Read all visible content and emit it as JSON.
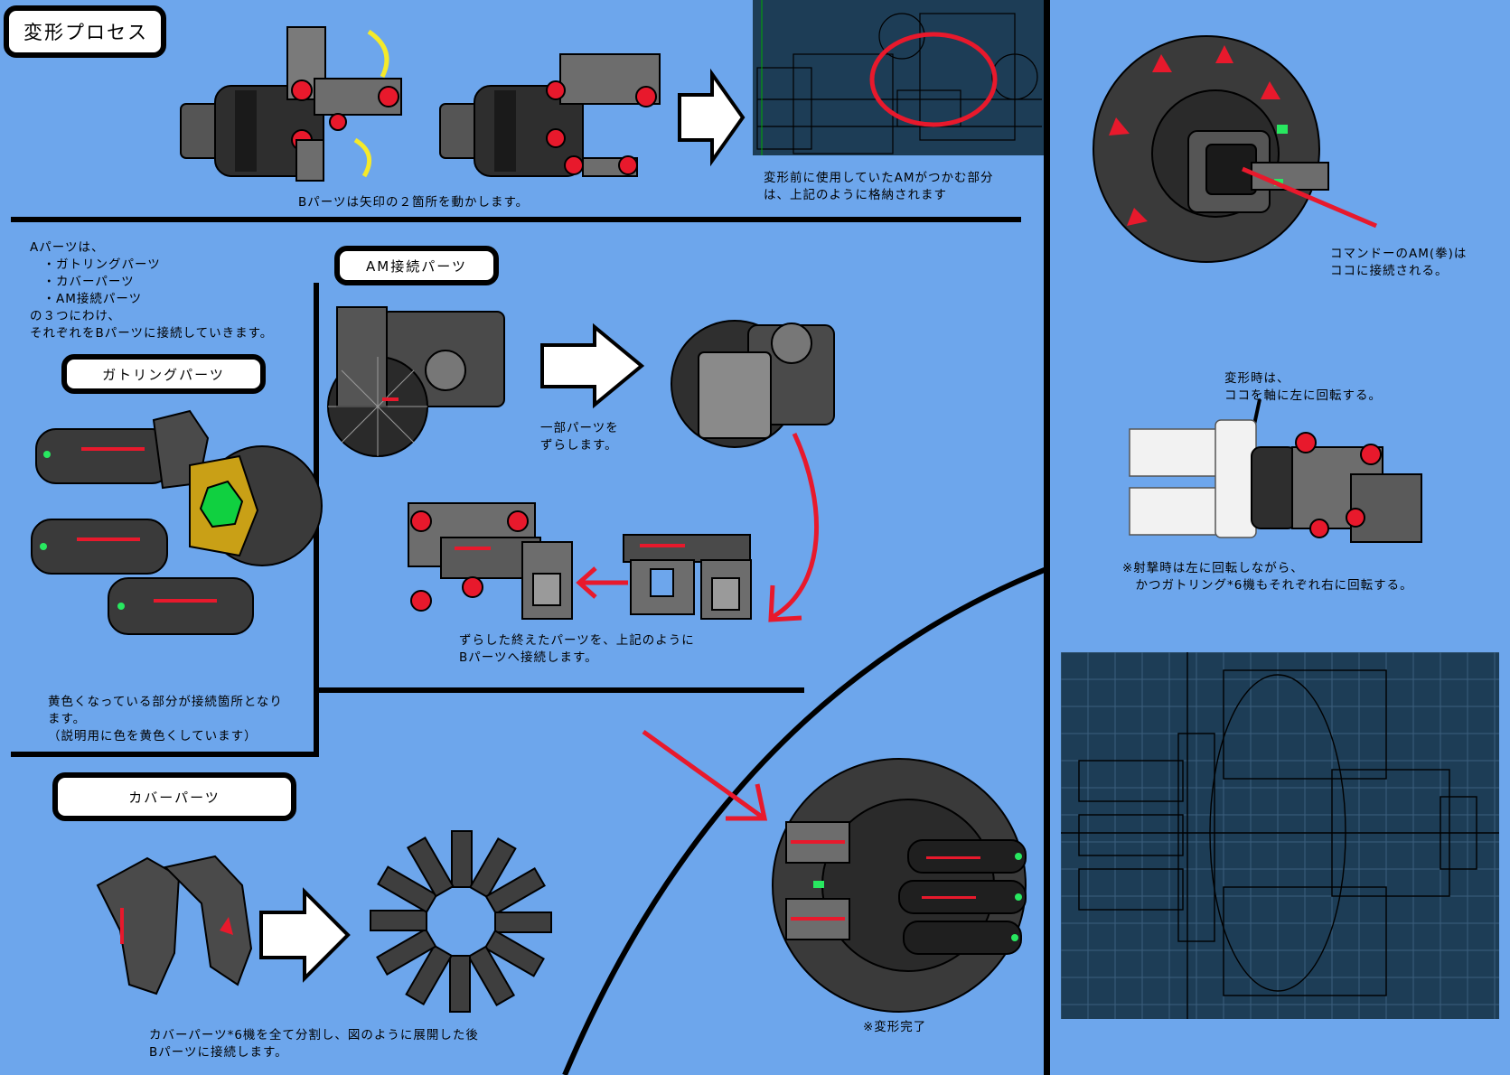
{
  "title": "変形プロセス",
  "b_parts_caption": "Bパーツは矢印の２箇所を動かします。",
  "am_grip_caption": "変形前に使用していたAMがつかむ部分\nは、上記のように格納されます",
  "a_parts_intro": "Aパーツは、\n　・ガトリングパーツ\n　・カバーパーツ\n　・AM接続パーツ\nの３つにわけ、\nそれぞれをBパーツに接続していきます。",
  "am_connect_label": "AM接続パーツ",
  "gatling_label": "ガトリングパーツ",
  "shift_caption": "一部パーツを\nずらします。",
  "shifted_caption": "ずらした終えたパーツを、上記のように\nBパーツへ接続します。",
  "yellow_caption": "黄色くなっている部分が接続箇所となり\nます。\n（説明用に色を黄色くしています）",
  "cover_label": "カバーパーツ",
  "cover_caption": "カバーパーツ*6機を全て分割し、図のように展開した後\nBパーツに接続します。",
  "complete_caption": "※変形完了",
  "commando_caption": "コマンドーのAM(拳)は\nココに接続される。",
  "rotate_caption": "変形時は、\nココを軸に左に回転する。",
  "firing_caption": "※射撃時は左に回転しながら、\n　かつガトリング*6機もそれぞれ右に回転する。",
  "colors": {
    "background": "#6da6ec",
    "accent_red": "#e8192c",
    "arrow_yellow": "#f5ea2a",
    "wire_panel": "#1d3d56",
    "part_gray": "#4a4a4a"
  }
}
